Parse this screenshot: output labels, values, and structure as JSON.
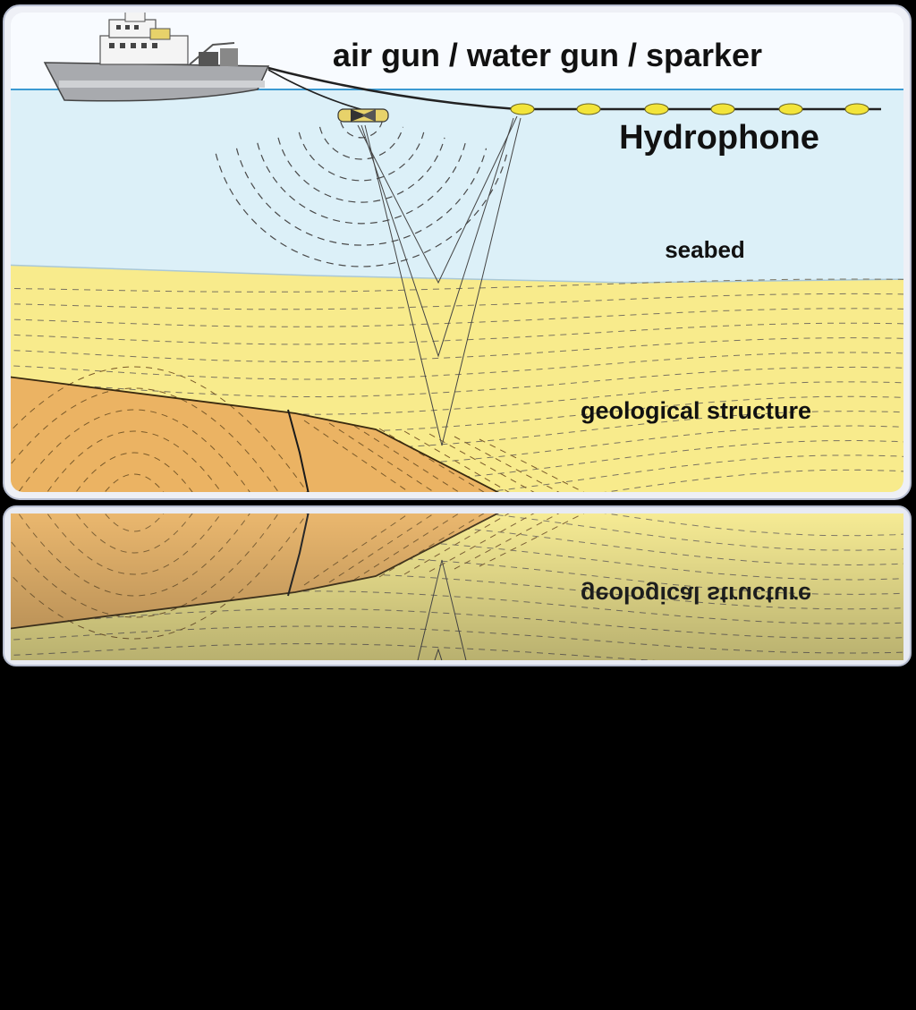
{
  "labels": {
    "source": "air gun / water gun / sparker",
    "hydrophone": "Hydrophone",
    "seabed": "seabed",
    "structure": "geological structure"
  },
  "colors": {
    "background": "#000000",
    "frame": "#eef0f6",
    "sky": "#f8fbff",
    "water": "#dcf0f8",
    "sediment": "#f8eb8c",
    "rock": "#ebb363",
    "hydrophone": "#f2e43a",
    "line": "#1a1a1a"
  }
}
